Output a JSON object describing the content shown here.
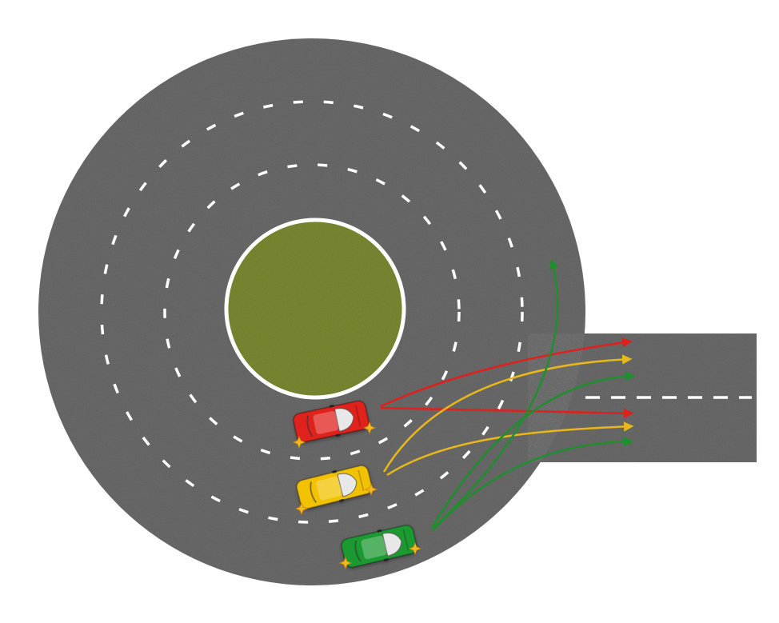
{
  "colors": {
    "asphalt": "#5e5e5e",
    "asphalt_edge": "#565656",
    "lane_marking": "#ffffff",
    "island_grass": "#6f7d2a",
    "island_border": "#ffffff",
    "car_red": "#e0201c",
    "car_yellow": "#f2c200",
    "car_green": "#1e9a32",
    "path_red": "#e0201c",
    "path_yellow": "#e8b81a",
    "path_green": "#1f8f2e",
    "indicator": "#f5b820"
  },
  "icons": {
    "car": "car-top-view-icon",
    "indicator": "turn-signal-star-icon",
    "arrow": "arrow-head-icon"
  },
  "cars": [
    {
      "id": "red",
      "color_key": "car_red",
      "lane": "inner",
      "signal": "right"
    },
    {
      "id": "yellow",
      "color_key": "car_yellow",
      "lane": "middle",
      "signal": "right"
    },
    {
      "id": "green",
      "color_key": "car_green",
      "lane": "outer",
      "signal": "right"
    }
  ],
  "paths": [
    {
      "car": "red",
      "destination": "exit-left-lane"
    },
    {
      "car": "red",
      "destination": "exit-right-lane"
    },
    {
      "car": "yellow",
      "destination": "exit-left-lane"
    },
    {
      "car": "yellow",
      "destination": "exit-right-lane"
    },
    {
      "car": "green",
      "destination": "exit-left-lane"
    },
    {
      "car": "green",
      "destination": "exit-right-lane"
    },
    {
      "car": "green",
      "destination": "continue-circulating"
    }
  ]
}
